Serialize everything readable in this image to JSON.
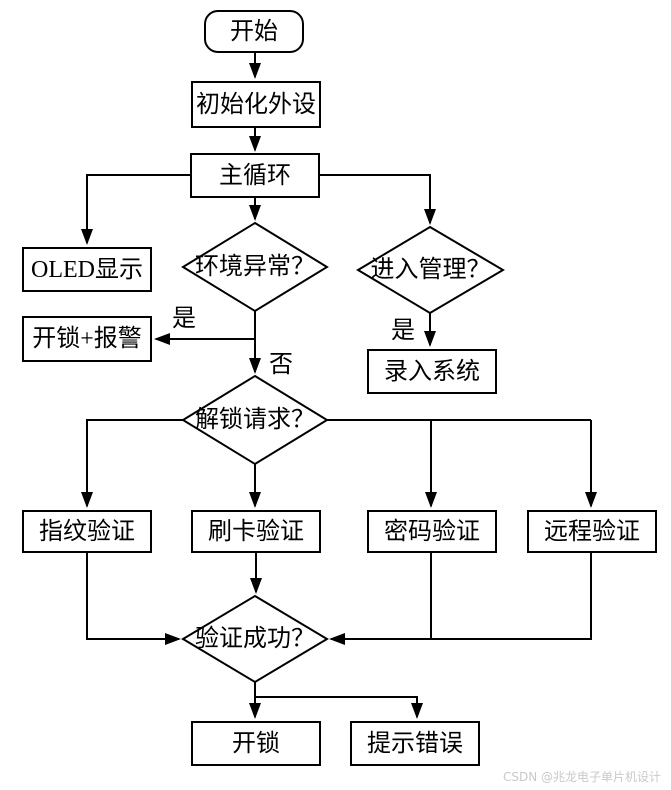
{
  "colors": {
    "line": "#000000",
    "background": "#ffffff",
    "node_fill": "#ffffff",
    "watermark_text": "#c9c9c9"
  },
  "diagram": {
    "type": "flowchart",
    "nodes": {
      "start": {
        "label": "开始",
        "shape": "rounded-rect"
      },
      "init": {
        "label": "初始化外设",
        "shape": "rect"
      },
      "main_loop": {
        "label": "主循环",
        "shape": "rect"
      },
      "oled": {
        "label": "OLED显示",
        "shape": "rect"
      },
      "unlock_alarm": {
        "label": "开锁+报警",
        "shape": "rect"
      },
      "env_check": {
        "label": "环境异常？",
        "shape": "diamond"
      },
      "admin_check": {
        "label": "进入管理？",
        "shape": "diamond"
      },
      "enroll": {
        "label": "录入系统",
        "shape": "rect"
      },
      "unlock_request": {
        "label": "解锁请求？",
        "shape": "diamond"
      },
      "fingerprint": {
        "label": "指纹验证",
        "shape": "rect"
      },
      "card": {
        "label": "刷卡验证",
        "shape": "rect"
      },
      "password": {
        "label": "密码验证",
        "shape": "rect"
      },
      "remote": {
        "label": "远程验证",
        "shape": "rect"
      },
      "verify_ok": {
        "label": "验证成功？",
        "shape": "diamond"
      },
      "unlock": {
        "label": "开锁",
        "shape": "rect"
      },
      "error": {
        "label": "提示错误",
        "shape": "rect"
      }
    },
    "edge_labels": {
      "env_yes": "是",
      "env_no": "否",
      "admin_yes": "是"
    },
    "edges": [
      {
        "from": "start",
        "to": "init"
      },
      {
        "from": "init",
        "to": "main_loop"
      },
      {
        "from": "main_loop",
        "to": "oled"
      },
      {
        "from": "main_loop",
        "to": "env_check"
      },
      {
        "from": "main_loop",
        "to": "admin_check"
      },
      {
        "from": "env_check",
        "to": "unlock_alarm",
        "label": "是"
      },
      {
        "from": "env_check",
        "to": "unlock_request",
        "label": "否"
      },
      {
        "from": "admin_check",
        "to": "enroll",
        "label": "是"
      },
      {
        "from": "unlock_request",
        "to": "fingerprint"
      },
      {
        "from": "unlock_request",
        "to": "card"
      },
      {
        "from": "unlock_request",
        "to": "password"
      },
      {
        "from": "unlock_request",
        "to": "remote"
      },
      {
        "from": "fingerprint",
        "to": "verify_ok"
      },
      {
        "from": "card",
        "to": "verify_ok"
      },
      {
        "from": "password",
        "to": "verify_ok"
      },
      {
        "from": "remote",
        "to": "verify_ok"
      },
      {
        "from": "verify_ok",
        "to": "unlock"
      },
      {
        "from": "verify_ok",
        "to": "error"
      }
    ],
    "watermark": "CSDN @兆龙电子单片机设计"
  }
}
